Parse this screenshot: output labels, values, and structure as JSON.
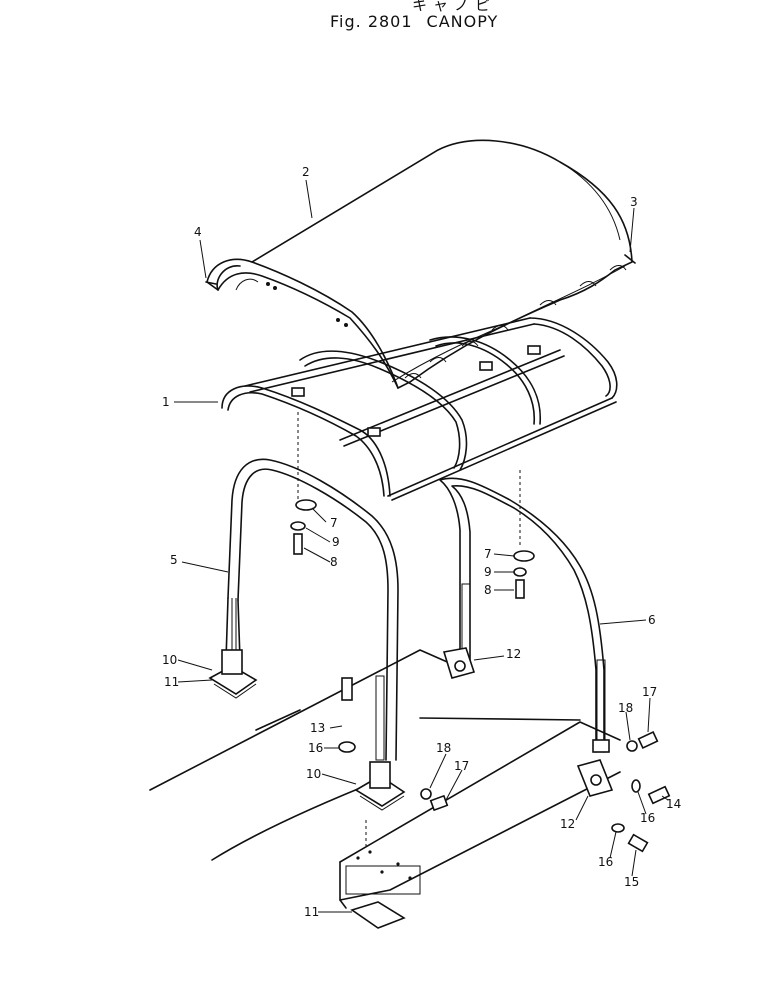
{
  "figure": {
    "title_jp": "キャノピ",
    "fig_no": "Fig. 2801",
    "title": "CANOPY"
  },
  "callouts": [
    {
      "id": "c1",
      "text": "1"
    },
    {
      "id": "c2",
      "text": "2"
    },
    {
      "id": "c3",
      "text": "3"
    },
    {
      "id": "c4",
      "text": "4"
    },
    {
      "id": "c5",
      "text": "5"
    },
    {
      "id": "c6",
      "text": "6"
    },
    {
      "id": "c7a",
      "text": "7"
    },
    {
      "id": "c7b",
      "text": "7"
    },
    {
      "id": "c8a",
      "text": "8"
    },
    {
      "id": "c8b",
      "text": "8"
    },
    {
      "id": "c9a",
      "text": "9"
    },
    {
      "id": "c9b",
      "text": "9"
    },
    {
      "id": "c10a",
      "text": "10"
    },
    {
      "id": "c10b",
      "text": "10"
    },
    {
      "id": "c11a",
      "text": "11"
    },
    {
      "id": "c11b",
      "text": "11"
    },
    {
      "id": "c12a",
      "text": "12"
    },
    {
      "id": "c12b",
      "text": "12"
    },
    {
      "id": "c13",
      "text": "13"
    },
    {
      "id": "c14",
      "text": "14"
    },
    {
      "id": "c15",
      "text": "15"
    },
    {
      "id": "c16a",
      "text": "16"
    },
    {
      "id": "c16b",
      "text": "16"
    },
    {
      "id": "c16c",
      "text": "16"
    },
    {
      "id": "c17a",
      "text": "17"
    },
    {
      "id": "c17b",
      "text": "17"
    },
    {
      "id": "c18a",
      "text": "18"
    },
    {
      "id": "c18b",
      "text": "18"
    }
  ]
}
